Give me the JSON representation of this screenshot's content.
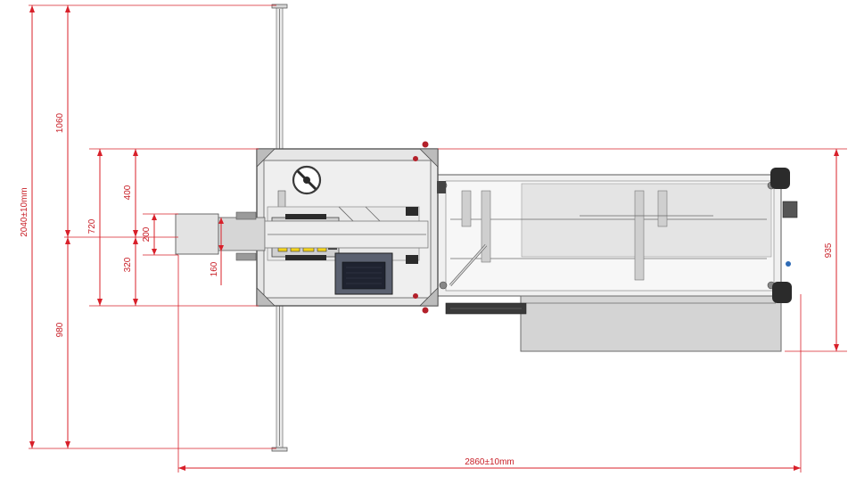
{
  "dimensions": {
    "overall_height": "2040±10mm",
    "upper_height": "1060",
    "lower_height": "980",
    "frame_height": "720",
    "frame_upper": "400",
    "frame_lower": "320",
    "conveyor_width": "200",
    "conveyor_inner": "160",
    "table_depth": "935",
    "overall_length": "2860±10mm"
  },
  "colors": {
    "dimension": "#d8202a",
    "frame": "#4a4a4a",
    "accent_red": "#b3202a",
    "label_yellow": "#f2d21b",
    "dark_panel": "#2b2b2b"
  }
}
